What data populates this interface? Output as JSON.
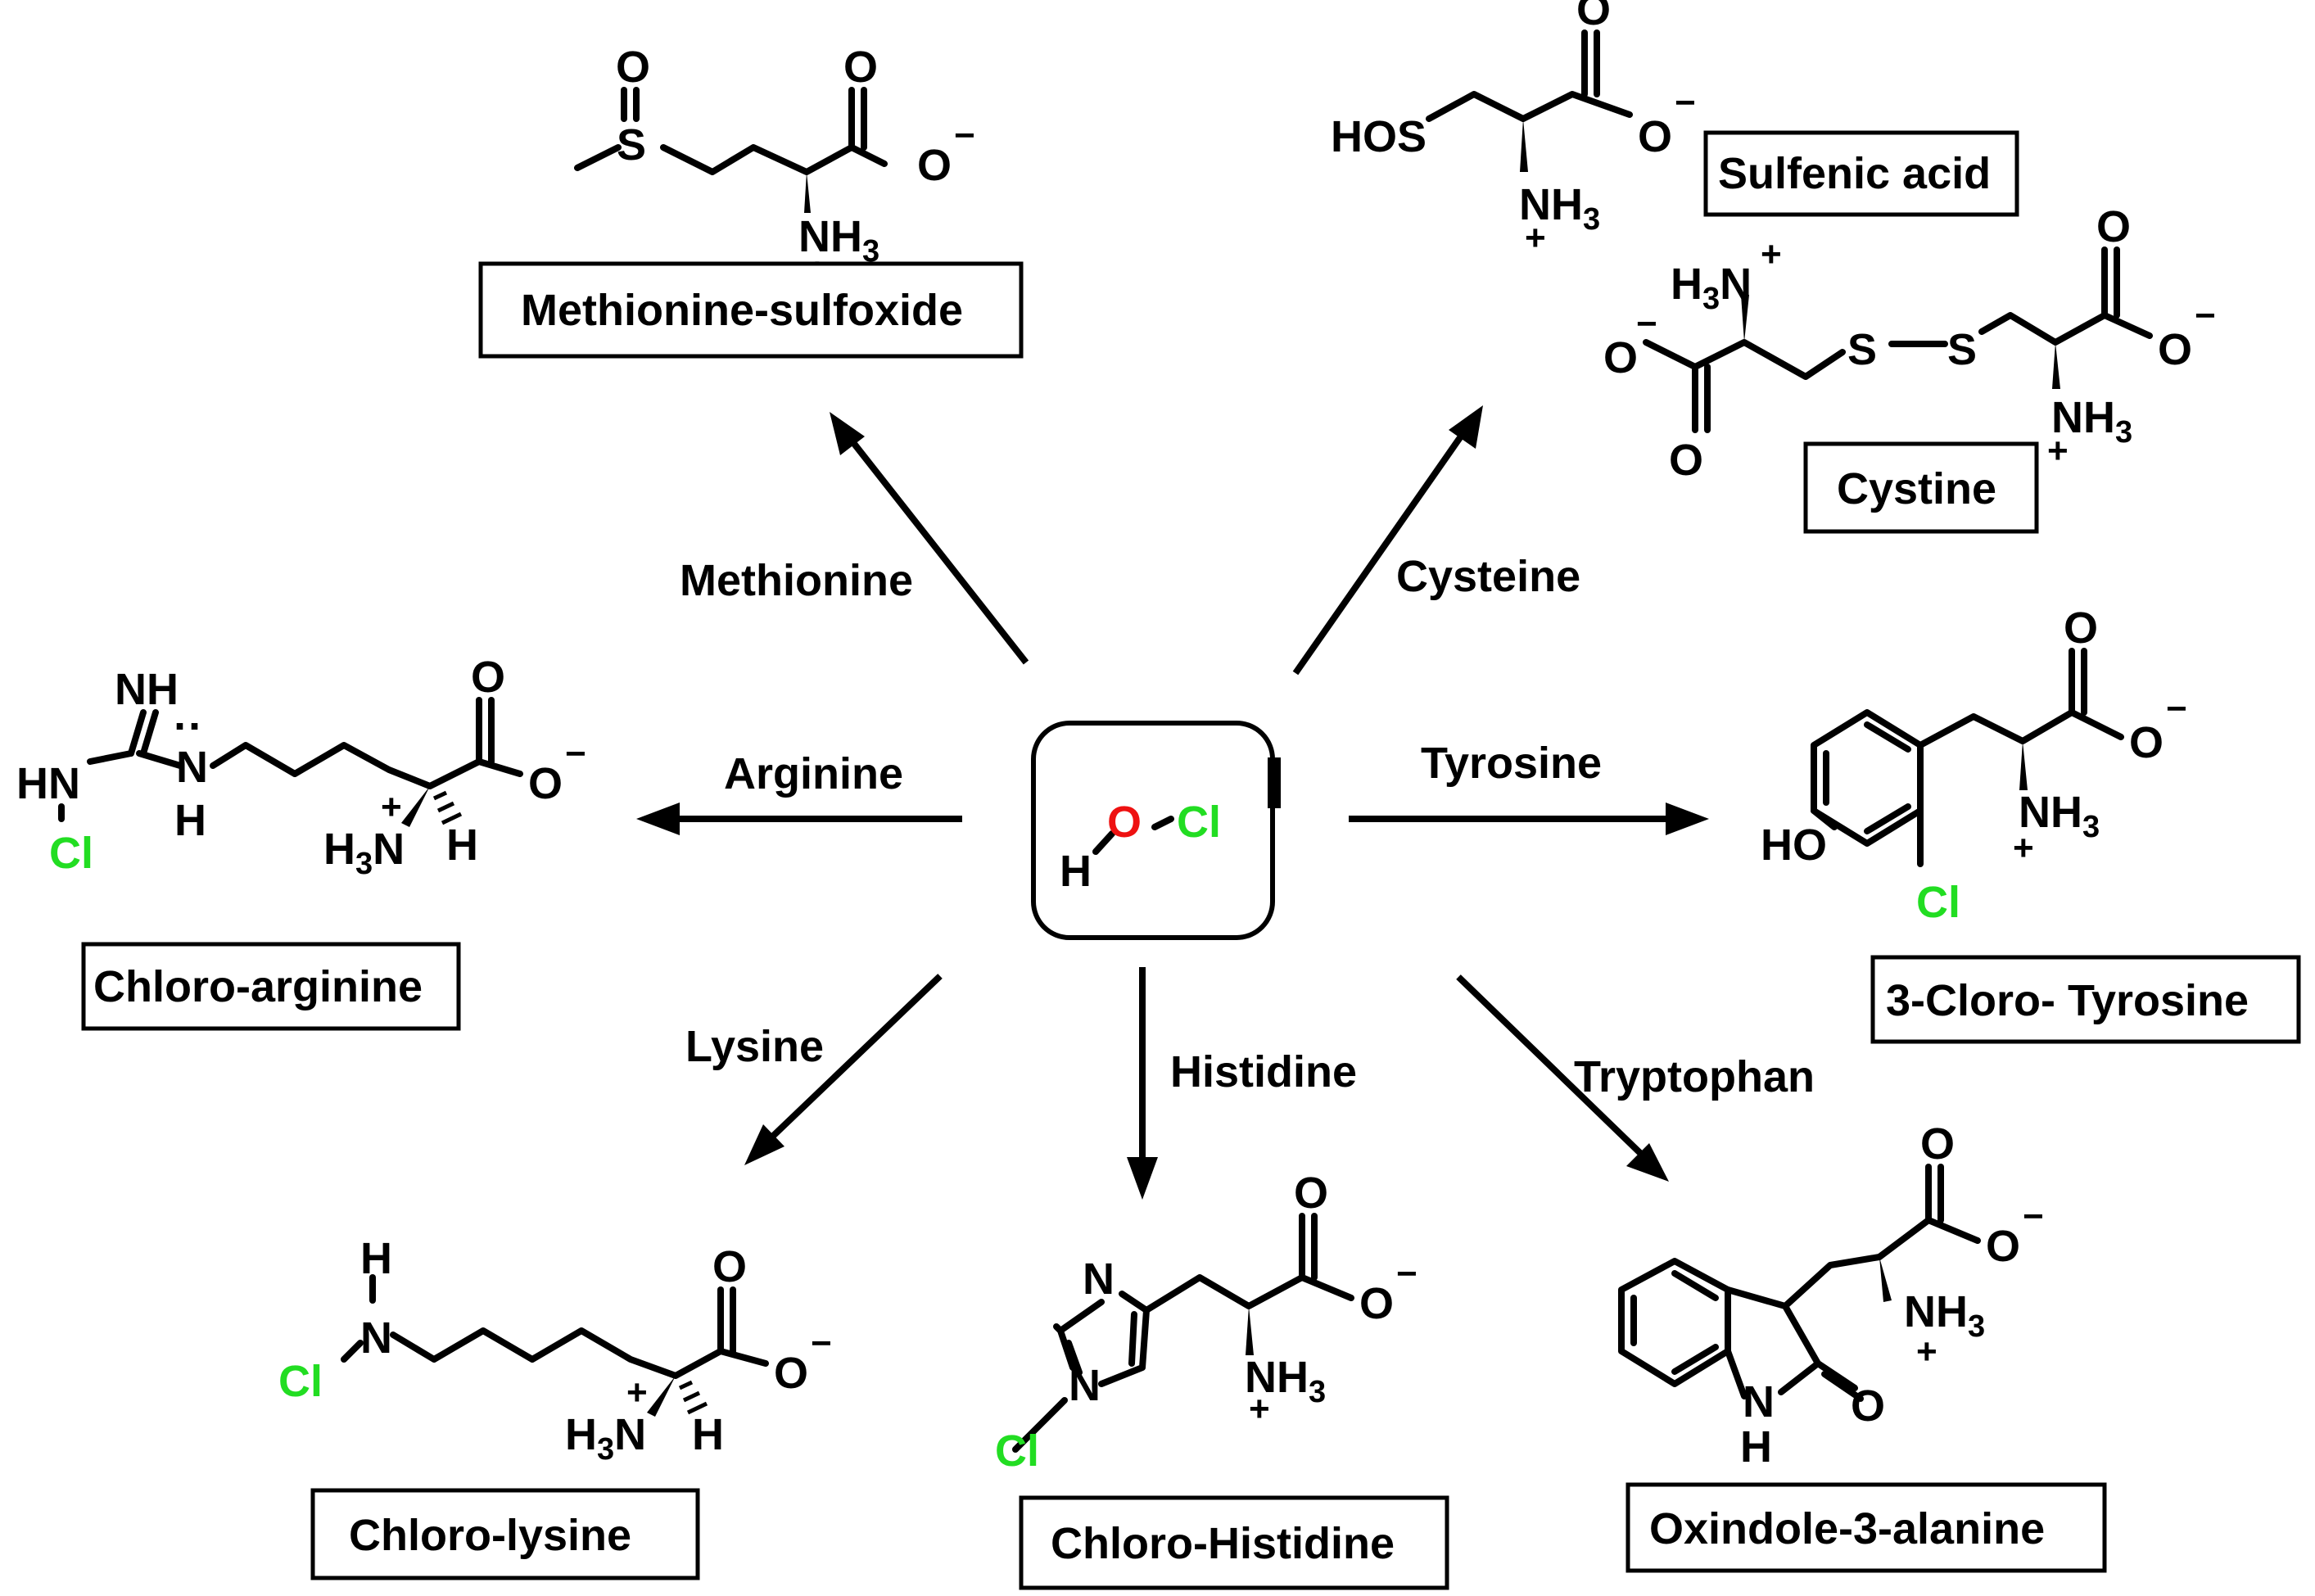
{
  "center": {
    "h": "H",
    "o": "O",
    "cl": "Cl"
  },
  "reagents": {
    "methionine": "Methionine",
    "cysteine": "Cysteine",
    "arginine": "Arginine",
    "tyrosine": "Tyrosine",
    "lysine": "Lysine",
    "histidine": "Histidine",
    "tryptophan": "Tryptophan"
  },
  "products": {
    "methionine_sulfoxide": "Methionine-sulfoxide",
    "sulfenic_acid": "Sulfenic acid",
    "cystine": "Cystine",
    "chloro_arginine": "Chloro-arginine",
    "chloro_tyrosine": "3-Cloro- Tyrosine",
    "chloro_lysine": "Chloro-lysine",
    "chloro_histidine": "Chloro-Histidine",
    "oxindole_alanine": "Oxindole-3-alanine"
  },
  "atoms": {
    "O": "O",
    "S": "S",
    "N": "N",
    "H": "H",
    "Cl": "Cl",
    "NH": "NH",
    "HN": "HN",
    "HO": "HO",
    "HOS": "HOS",
    "NH3": "NH",
    "H3N": "H",
    "three": "3",
    "plus": "+",
    "minus": "−",
    "lonepair": "··"
  },
  "colors": {
    "chlorine": "#22dd22",
    "oxygen": "#ee1111",
    "ink": "#000000"
  }
}
